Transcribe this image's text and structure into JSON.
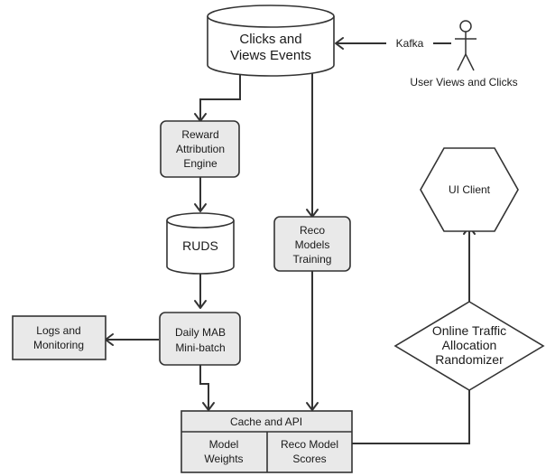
{
  "nodes": {
    "clicks_views": [
      "Clicks and",
      "Views Events"
    ],
    "kafka": "Kafka",
    "user": "User Views and Clicks",
    "reward_engine": [
      "Reward",
      "Attribution",
      "Engine"
    ],
    "ruds": "RUDS",
    "reco_training": [
      "Reco",
      "Models",
      "Training"
    ],
    "ui_client": "UI Client",
    "traffic_randomizer": [
      "Online Traffic",
      "Allocation",
      "Randomizer"
    ],
    "logs_monitoring": [
      "Logs and",
      "Monitoring"
    ],
    "daily_mab": [
      "Daily MAB",
      "Mini-batch"
    ],
    "cache_api": {
      "title": "Cache and API",
      "left": [
        "Model",
        "Weights"
      ],
      "right": [
        "Reco Model",
        "Scores"
      ]
    }
  }
}
